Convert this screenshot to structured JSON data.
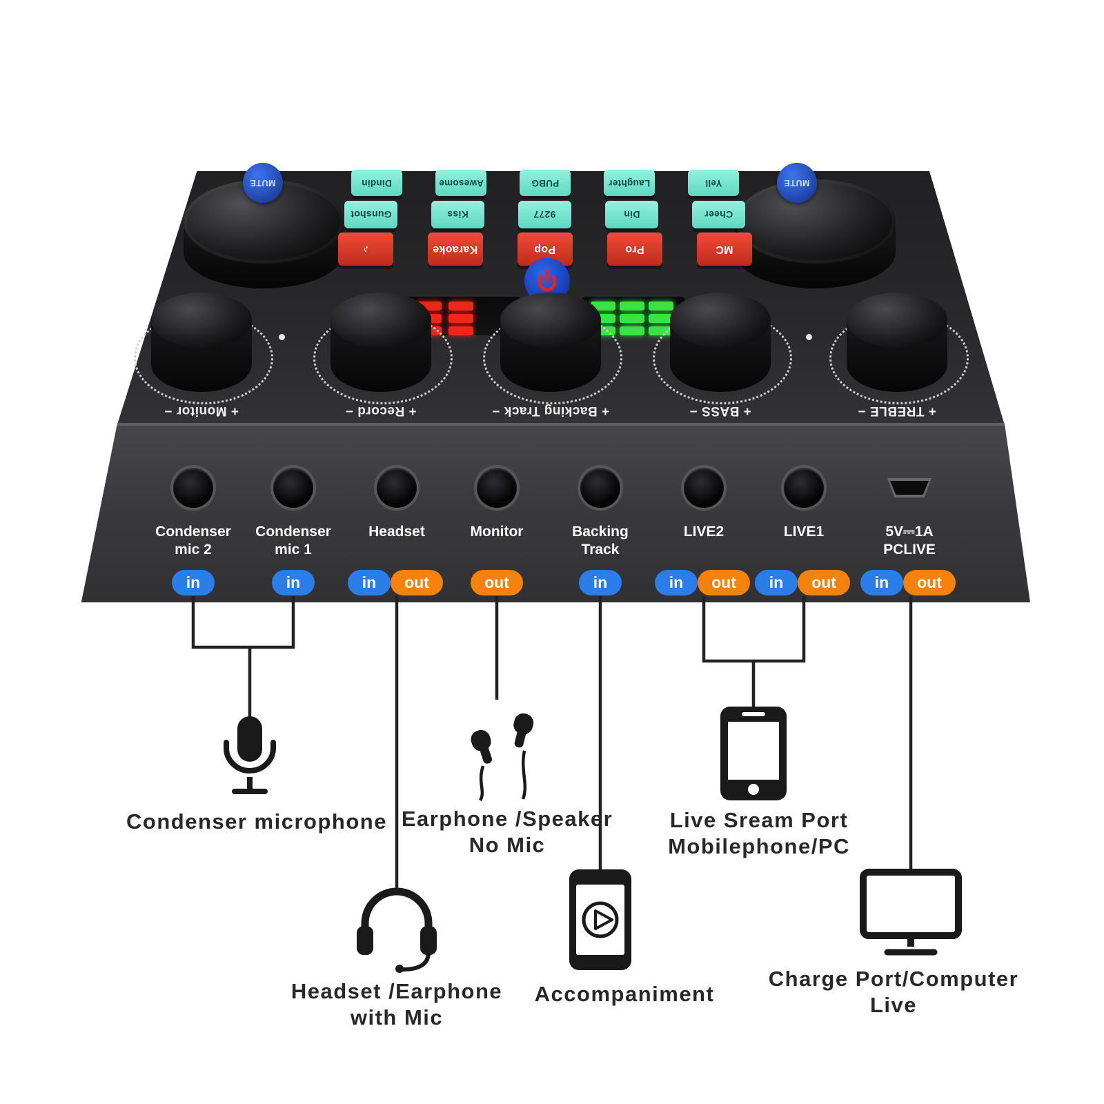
{
  "device": {
    "mute_label": "MUTE",
    "knob_scales": [
      "+ Monitor −",
      "+ Record −",
      "+ Backing Track −",
      "+ BASS −",
      "+ TREBLE −"
    ],
    "effects": [
      {
        "front": "♪",
        "middle": "Gunshot",
        "back": "Dindin"
      },
      {
        "front": "Karaoke",
        "middle": "Kiss",
        "back": "Awesome"
      },
      {
        "front": "Pop",
        "middle": "9277",
        "back": "PUBG"
      },
      {
        "front": "Pro",
        "middle": "Din",
        "back": "Laughter"
      },
      {
        "front": "MC",
        "middle": "Cheer",
        "back": "Yell"
      }
    ],
    "ports": [
      {
        "line1": "Condenser",
        "line2": "mic 2"
      },
      {
        "line1": "Condenser",
        "line2": "mic 1"
      },
      {
        "line1": "Headset",
        "line2": ""
      },
      {
        "line1": "Monitor",
        "line2": ""
      },
      {
        "line1": "Backing",
        "line2": "Track"
      },
      {
        "line1": "LIVE2",
        "line2": ""
      },
      {
        "line1": "LIVE1",
        "line2": ""
      },
      {
        "line1": "5V⎓1A",
        "line2": "PCLIVE"
      }
    ]
  },
  "labels": {
    "in": "in",
    "out": "out"
  },
  "connections": {
    "microphone": "Condenser microphone",
    "earphone_line1": "Earphone /Speaker",
    "earphone_line2": "No Mic",
    "headset_line1": "Headset /Earphone",
    "headset_line2": "with Mic",
    "accompaniment": "Accompaniment",
    "livestream_line1": "Live Sream Port",
    "livestream_line2": "Mobilephone/PC",
    "charge_line1": "Charge Port/Computer",
    "charge_line2": "Live"
  },
  "colors": {
    "badge_in": "#2b7de9",
    "badge_out": "#f5820d",
    "fx_teal": "#7ce9d3",
    "fx_red": "#e23a28",
    "mute_blue": "#2456d6",
    "led_red": "#f02718",
    "led_green": "#3ce244"
  }
}
